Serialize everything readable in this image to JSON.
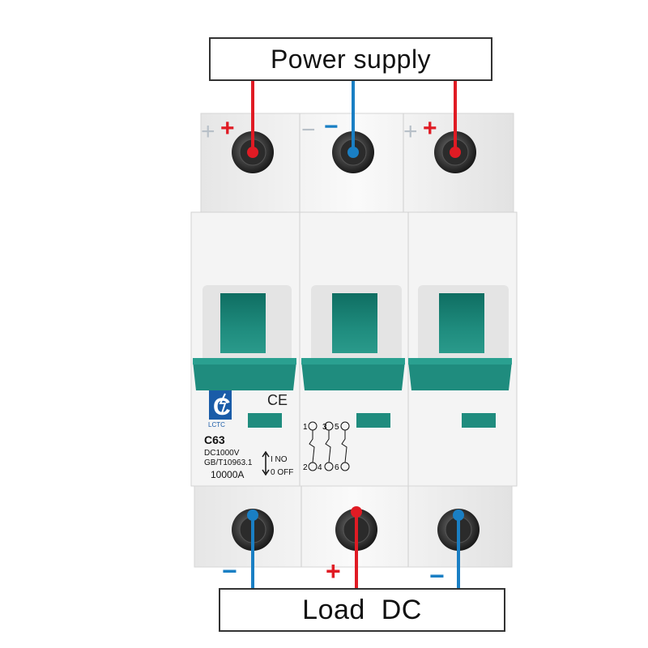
{
  "labels": {
    "power_supply": "Power supply",
    "load": "Load  DC"
  },
  "breaker": {
    "brand": "LCTC",
    "ce_mark": "CE",
    "rating": "C63",
    "voltage": "DC1000V",
    "standard": "GB/T10963.1",
    "breaking_capacity": "10000A",
    "on_label": "I NO",
    "off_label": "0 OFF",
    "terminal_numbers": [
      "1",
      "3",
      "5",
      "2",
      "4",
      "6"
    ],
    "handle_color": "#1f8c7e",
    "body_color": "#f2f2f2"
  },
  "top_terminals": [
    {
      "polarity": "+",
      "wire_color": "#e01b24"
    },
    {
      "polarity": "−",
      "wire_color": "#1a7fc4"
    },
    {
      "polarity": "+",
      "wire_color": "#e01b24"
    }
  ],
  "bottom_terminals": [
    {
      "polarity": "−",
      "wire_color": "#1a7fc4"
    },
    {
      "polarity": "+",
      "wire_color": "#e01b24"
    },
    {
      "polarity": "−",
      "wire_color": "#1a7fc4"
    }
  ]
}
